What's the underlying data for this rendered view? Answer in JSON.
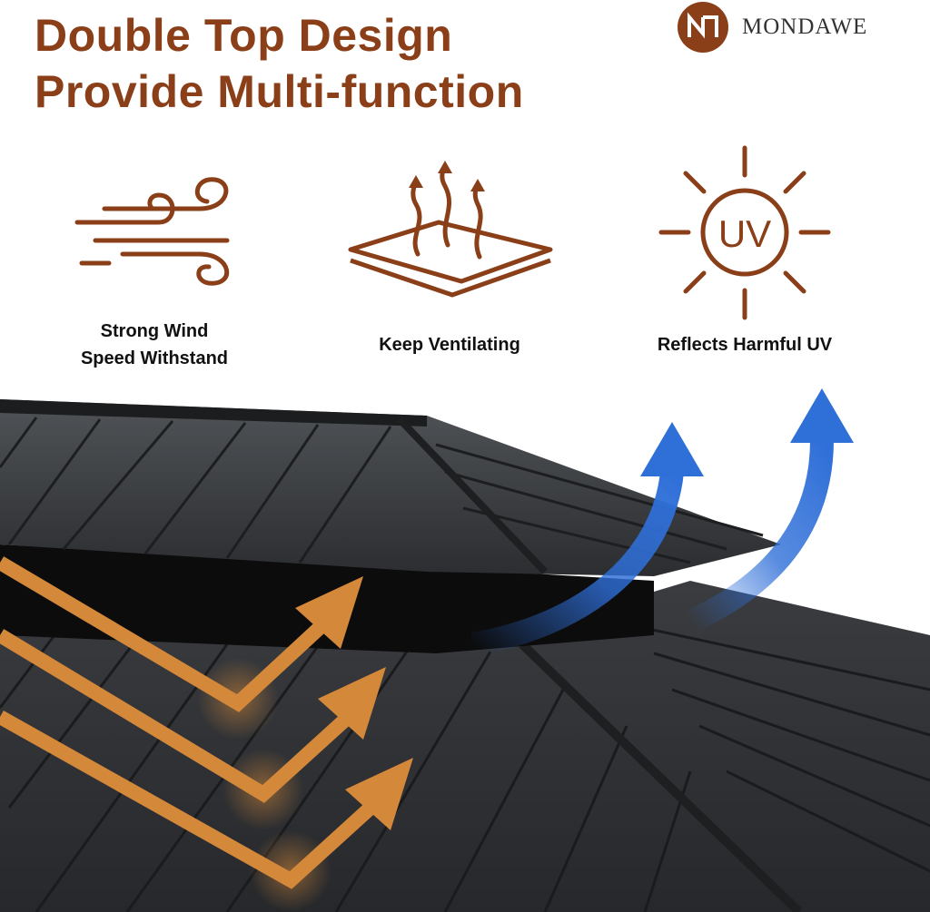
{
  "headline": {
    "line1": "Double Top Design",
    "line2": "Provide Multi-function"
  },
  "brand": {
    "name": "MONDAWE",
    "accent_color": "#8b3f18"
  },
  "features": [
    {
      "icon": "wind-icon",
      "line1": "Strong Wind",
      "line2": "Speed Withstand"
    },
    {
      "icon": "ventilation-icon",
      "line1": "Keep Ventilating"
    },
    {
      "icon": "uv-sun-icon",
      "line1": "Reflects Harmful UV",
      "icon_text": "UV"
    }
  ],
  "colors": {
    "headline": "#8b3f18",
    "icon_stroke": "#8b3f18",
    "wind_arrows": "#d4883a",
    "air_arrows": "#2f6fd8",
    "roof_dark": "#2f3134"
  }
}
